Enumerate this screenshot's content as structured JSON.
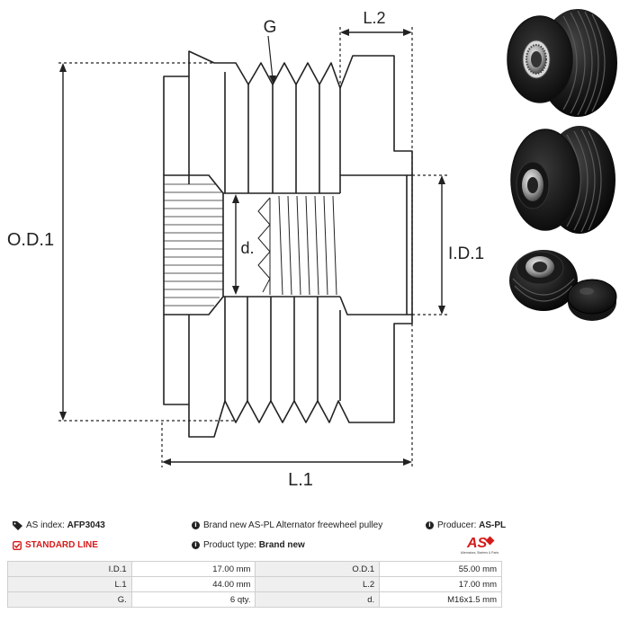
{
  "drawing": {
    "labels": {
      "G": "G",
      "L2": "L.2",
      "OD1": "O.D.1",
      "d": "d.",
      "ID1": "I.D.1",
      "L1": "L.1"
    }
  },
  "info": {
    "as_index_label": "AS index:",
    "as_index_value": "AFP3043",
    "standard_line": "STANDARD LINE",
    "description": "Brand new AS-PL Alternator freewheel pulley",
    "product_type_label": "Product type:",
    "product_type_value": "Brand new",
    "producer_label": "Producer:",
    "producer_value": "AS-PL",
    "logo_text": "AS",
    "logo_tagline": "Alternators, Starters & Parts",
    "accent_color": "#d61a1a"
  },
  "specs": [
    {
      "label": "I.D.1",
      "value": "17.00 mm",
      "label2": "O.D.1",
      "value2": "55.00 mm"
    },
    {
      "label": "L.1",
      "value": "44.00 mm",
      "label2": "L.2",
      "value2": "17.00 mm"
    },
    {
      "label": "G.",
      "value": "6 qty.",
      "label2": "d.",
      "value2": "M16x1.5 mm"
    }
  ]
}
